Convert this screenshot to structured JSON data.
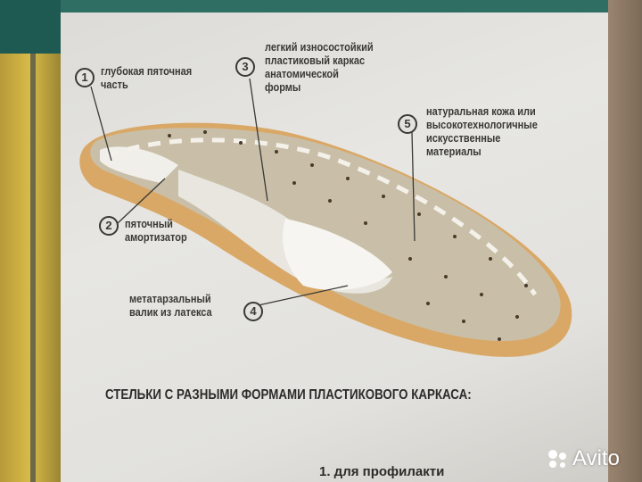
{
  "callouts": [
    {
      "number": "1",
      "text": "глубокая пяточная\nчасть"
    },
    {
      "number": "2",
      "text": "пяточный\nамортизатор"
    },
    {
      "number": "3",
      "text": "легкий износостойкий\nпластиковый каркас\nанатомической\nформы"
    },
    {
      "number": "4",
      "text": "метатарзальный\nвалик из латекса"
    },
    {
      "number": "5",
      "text": "натуральная кожа или\nвысокотехнологичные\nискусственные\nматериалы"
    }
  ],
  "heading": "СТЕЛЬКИ С РАЗНЫМИ ФОРМАМИ ПЛАСТИКОВОГО КАРКАСА:",
  "list_item_1": "1. для профилакти",
  "watermark": "Avito",
  "colors": {
    "insole_top": "#c9bfa8",
    "insole_base": "#d9a866",
    "page": "#e3e2de",
    "box_green": "#1f5a52"
  }
}
